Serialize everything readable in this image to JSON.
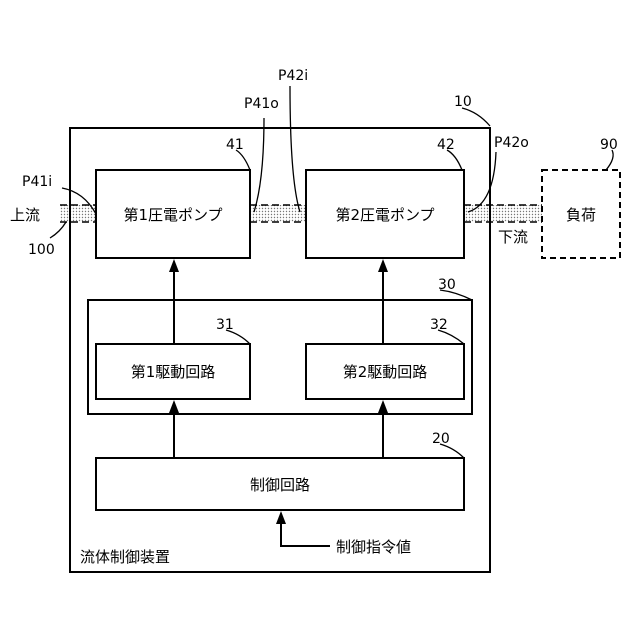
{
  "device": {
    "ref": "10",
    "label": "流体制御装置"
  },
  "pump1": {
    "ref": "41",
    "label": "第1圧電ポンプ"
  },
  "pump2": {
    "ref": "42",
    "label": "第2圧電ポンプ"
  },
  "drive_group": {
    "ref": "30"
  },
  "drive1": {
    "ref": "31",
    "label": "第1駆動回路"
  },
  "drive2": {
    "ref": "32",
    "label": "第2駆動回路"
  },
  "control": {
    "ref": "20",
    "label": "制御回路"
  },
  "load": {
    "ref": "90",
    "label": "負荷"
  },
  "flow_path": {
    "ref": "100",
    "upstream": "上流",
    "downstream": "下流"
  },
  "ports": {
    "p41i": "P41i",
    "p41o": "P41o",
    "p42i": "P42i",
    "p42o": "P42o"
  },
  "command": {
    "label": "制御指令値"
  }
}
